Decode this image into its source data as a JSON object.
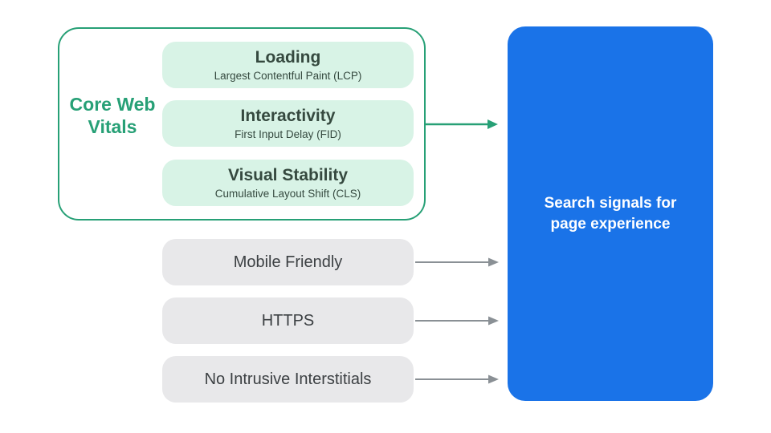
{
  "colors": {
    "green": "#27a076",
    "green_light": "#d8f3e6",
    "green_text": "#35493f",
    "blue": "#1a73e8",
    "gray_pill": "#e8e8ea",
    "text_dark": "#3c4043",
    "arrow_gray": "#8a9095",
    "white": "#ffffff"
  },
  "core_web_vitals": {
    "label": "Core Web Vitals",
    "items": [
      {
        "title": "Loading",
        "subtitle": "Largest Contentful Paint (LCP)"
      },
      {
        "title": "Interactivity",
        "subtitle": "First Input Delay (FID)"
      },
      {
        "title": "Visual Stability",
        "subtitle": "Cumulative Layout Shift (CLS)"
      }
    ]
  },
  "other_signals": [
    {
      "label": "Mobile Friendly"
    },
    {
      "label": "HTTPS"
    },
    {
      "label": "No Intrusive Interstitials"
    }
  ],
  "result_box": {
    "label": "Search signals for page experience"
  }
}
